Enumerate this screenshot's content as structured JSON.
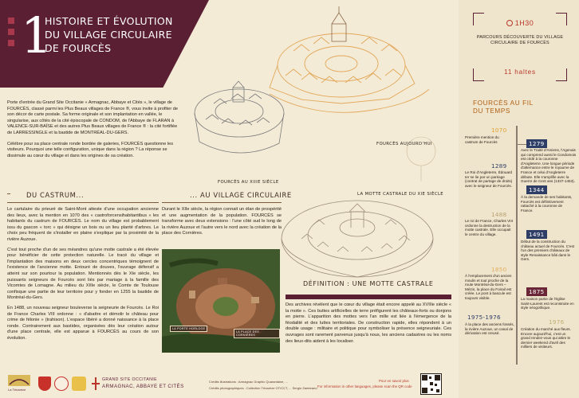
{
  "header": {
    "number": "1",
    "title_lines": [
      "Histoire et évolution",
      "du village circulaire",
      "de Fourcès"
    ]
  },
  "intro": {
    "p1": "Porte d'entrée du Grand Site Occitanie « Armagnac, Abbaye et Cités », le village de FOURCÈS, classé parmi les Plus Beaux villages de France ®, vous invite à profiter de son décor de carte postale. Sa forme originale et son implantation en vallée, le singularise, aux côtés de la cité épiscopale de CONDOM, de l'Abbaye de FLARAN à VALENCE-SUR-BAÏSE et des autres Plus Beaux villages de France ® : la cité fortifiée de LARRESSINGLE et la bastide de MONTRÉAL-DU-GERS.",
    "p2": "Célébre pour sa place centrale ronde bordée de galeries, FOURCÈS questionne les visiteurs. Pourquoi une telle configuration, unique dans la région ? La réponse se dissimule au cœur du village et dans les origines de sa création."
  },
  "castrum": {
    "heading": "Du castrum...",
    "p1": "Le cartulaire du prieuré de Saint-Mont atteste d'une occupation ancienne des lieux, avec la mention en 1070 des « castroforcensihabitantibus » les habitants du castrum de FOURCÈS. Le nom du village est probablement issu du gascon « torc » qui désigne un bois ou un lieu planté d'arbres. Le choix peu fréquent de s'installer en plaine s'explique par la proximité de la rivière Auzoue.",
    "p2": "C'est tout proche d'un de ses méandres qu'une motte castrale a été élevée pour bénéficier de cette protection naturelle. Le tracé du village et l'implantation des maisons en deux cercles concentriques témoignent de l'existence de l'ancienne motte. Entouré de douves, l'ouvrage défensif a atteint sur son pourtour la population. Mentionnés dès le XIe siècle, les puissants seigneurs de Fourcès sont liés par mariage à la famille des Vicomtes de Lomagne. Au milieu du XIIIe siècle, le Comte de Toulouse confisque une partie de leur territoire pour y fonder en 1255 la bastide de Montréal-du-Gers.",
    "p3": "En 1488, un nouveau seigneur bouleverse la seigneurie de Fourcès. Le Roi de France Charles VIII ordonne : « d'abattre et démolir le château pour crime de félonie » (trahison). L'espace libéré a donné naissance à la place ronde. Contrairement aux bastides, organisées dès leur création autour d'une place centrale, elle est apparue à FOURCÈS au cours de son évolution."
  },
  "village": {
    "heading": "... au village circulaire",
    "p1": "Durant le XIIe siècle, la région connait un élan de prospérité et une augmentation de la population. FOURCÈS se transforme avec deux extensions : l'une côté sud le long de la rivière Auzoue et l'autre vers le nord avec la création de la place des Cornières."
  },
  "illustration": {
    "cap_today": "Fourcès aujourd'hui",
    "cap_13": "Fourcès au XIIIe siècle",
    "cap_11": "La motte castrale du XIe siècle"
  },
  "photo": {
    "label1": "La Porte Horloge",
    "label2": "La Place des Cornières"
  },
  "definition": {
    "heading": "Définition : une motte castrale",
    "text": "Des archives révèlent que le cœur du village était encore appelé au XVIIIe siècle « la motte ». Ces buttes artificielles de terre préfigurent les châteaux-forts ou donjons en pierre. L'apparition des mottes vers l'an mille est liée à l'émergence de la féodalité et des luttes territoriales. De construction rapide, elles répondent à un double usage : militaire et politique pour symboliser la présence seigneuriale. Ces ouvrages sont rarement parvenus jusqu'à nous, les anciens cadastres ou les noms des lieux-dits aident à les localiser."
  },
  "parcours": {
    "time": "1H30",
    "title": "Parcours découverte du village circulaire de Fourcès",
    "haltes": "11 haltes"
  },
  "timeline": {
    "heading": "Fourcès au fil du temps",
    "events": [
      {
        "year": "1070",
        "text": "Première mention du castrum de Fourcès"
      },
      {
        "year": "1279",
        "text": "Avec le Traité d'Amiens, l'Agenais qui comprend aussi le Condomois est cédé à la couronne d'Angleterre. Une longue période d'alternance entre le royaume de France et celui d'Angleterre débute. Elle s'amplifie avec la Guerre de Cent ans (1337-1453)."
      },
      {
        "year": "1289",
        "text": "Le Roi d'Angleterre, Édouard Ier se lie par un paréage (contrat de partage de droits) avec le seigneur de Fourcès."
      },
      {
        "year": "1344",
        "text": "À la demande de ses habitants, Fourcès est définitivement rattaché à la couronne de France."
      },
      {
        "year": "1488",
        "text": "Le roi de France, Charles VIII ordonne la destruction de la motte castrale. Elle occupait le centre du village."
      },
      {
        "year": "1491",
        "text": "Début de la construction du château actuel de Fourcès. C'est l'un des premiers châteaux de style Renaissance bâti dans le Gers."
      },
      {
        "year": "1850",
        "text": "À l'emplacement d'un ancien moulin et tout proche de la route Montréal-du-Gers – Mézin, la place du Foirail est créée. Le pont à bascule est toujours visible."
      },
      {
        "year": "1875",
        "text": "La maison partie de l'église Saint-Laurent est reconstruite en style néogothique."
      },
      {
        "year": "1975-1976",
        "text": "À la place des anciens fossés, la rivière Auzoue, un canal de dérivation est creusé."
      },
      {
        "year": "1976",
        "text": "Création du marché aux fleurs. Encore aujourd'hui, c'est un grand rendez-vous qui attire le dernier weekend d'avril des milliers de visiteurs."
      }
    ]
  },
  "footer": {
    "logo1": "La Ténarèze",
    "gs_line1": "Grand site Occitanie",
    "gs_line2": "Armagnac, Abbaye et Cités",
    "credits1": "Crédits illustrations : Armagnac Graphic Quarantaine, ...",
    "credits2": "Crédits photographiques : Collection Ténarèze OT/CCT, ... Sergio Zambrano",
    "more_fr": "Pour en savoir plus",
    "more_en": "For information in other languages, please scan the QR code"
  },
  "colors": {
    "burgundy": "#5b1f33",
    "orange": "#b05f12",
    "red": "#b8372a",
    "navy": "#2e3e66",
    "parchment": "#f4ebd7"
  }
}
